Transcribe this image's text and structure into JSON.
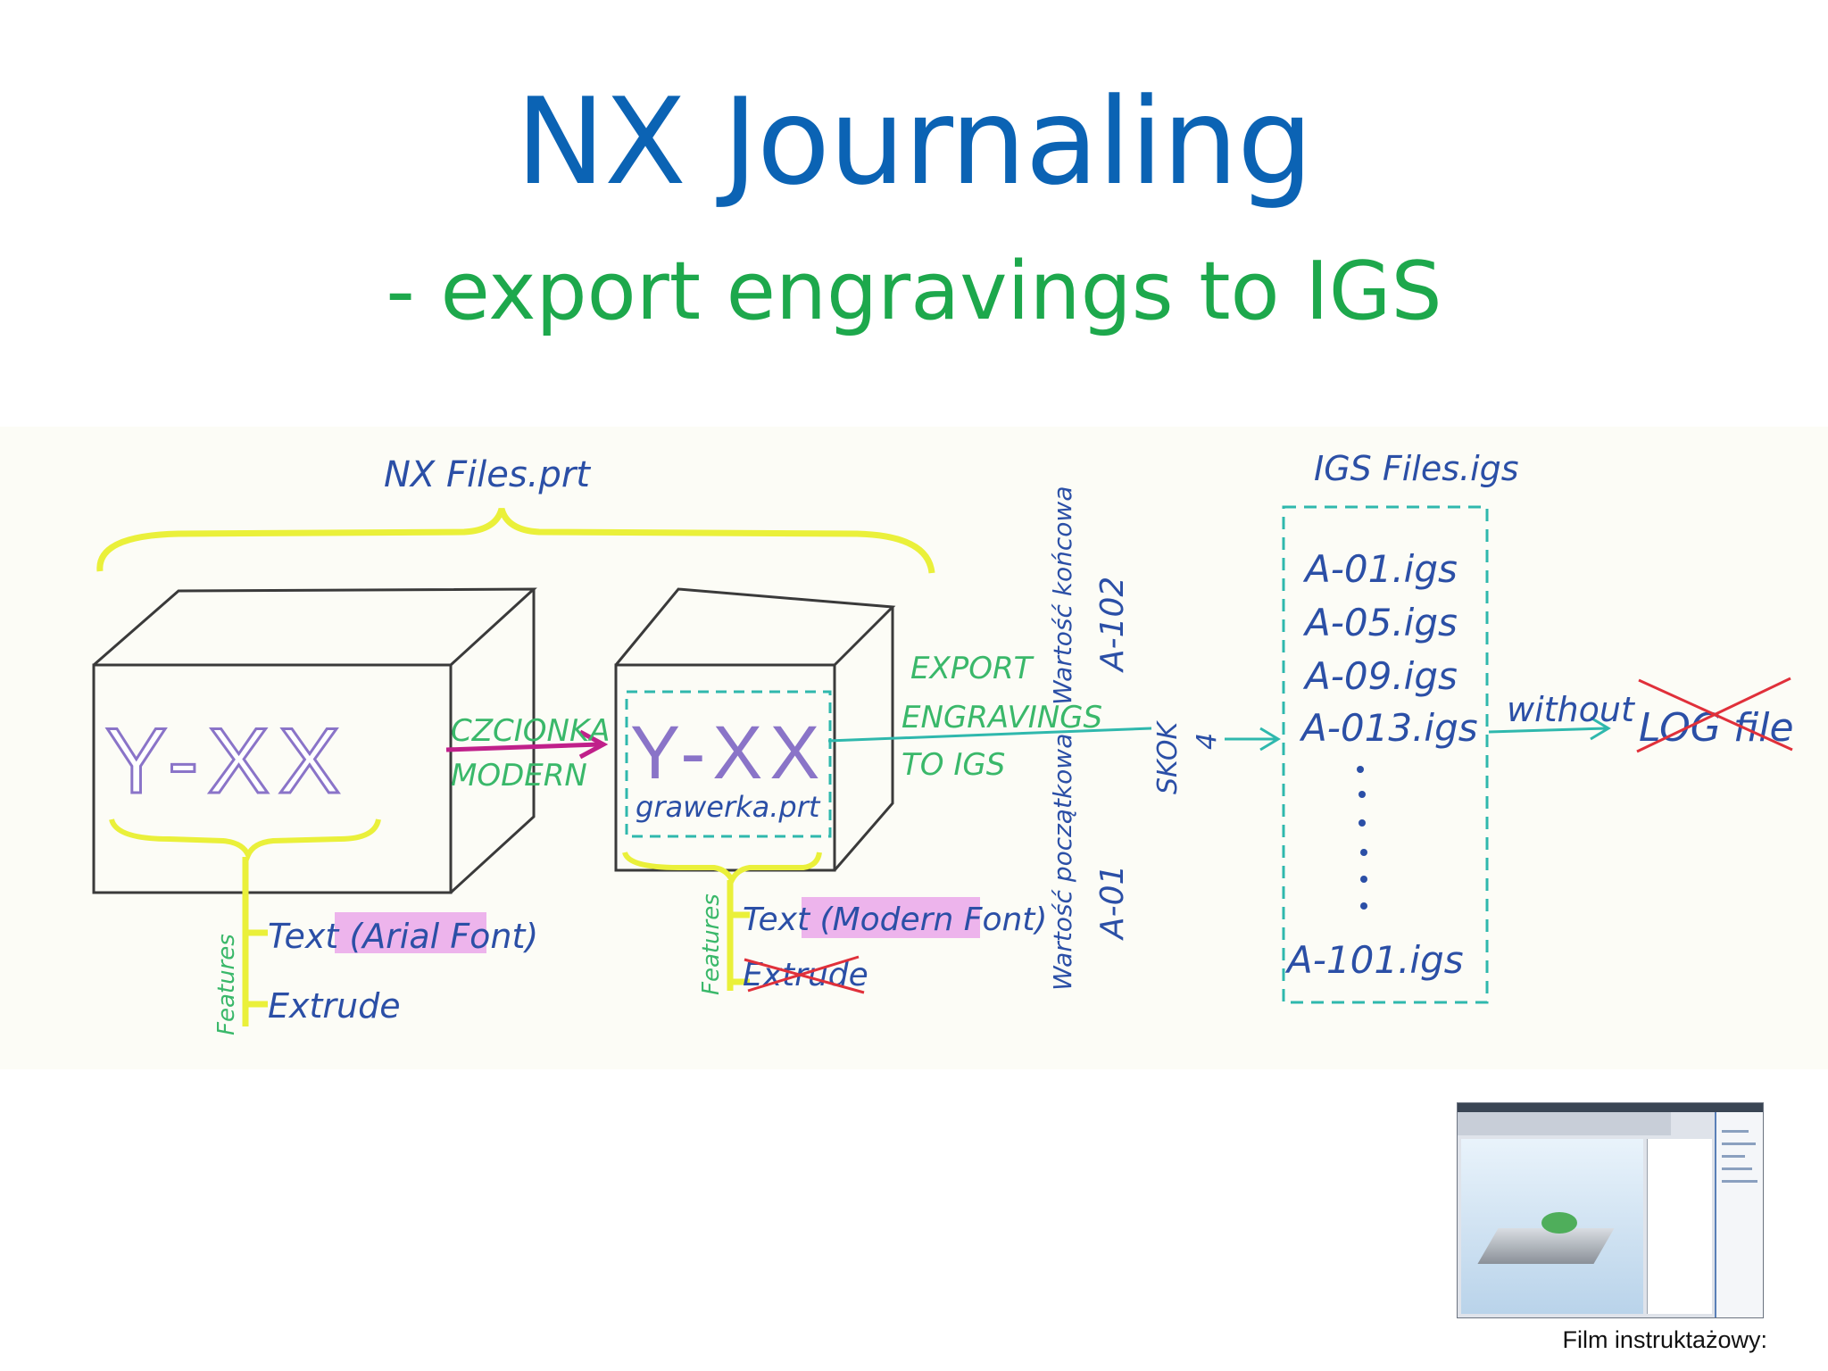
{
  "slide": {
    "title": "NX Journaling",
    "subtitle": "- export engravings to IGS",
    "caption": "Film instruktażowy:"
  },
  "sketch": {
    "nx_files_label": "NX Files.prt",
    "igs_files_label": "IGS Files.igs",
    "box1_text": "Y-XX",
    "box2_text": "Y-XX",
    "box2_file": "grawerka.prt",
    "arrow1_line1": "CZCIONKA",
    "arrow1_line2": "MODERN",
    "export_line1": "EXPORT",
    "export_line2": "ENGRAVINGS",
    "export_line3": "TO IGS",
    "wartosc_koncowa": "Wartość końcowa",
    "value_end": "A-102",
    "wartosc_poczatkowa": "Wartość początkowa",
    "value_start": "A-01",
    "skok_label": "SKOK",
    "skok_value": "4",
    "features_label": "Features",
    "feat1_text": "Text (Arial Font)",
    "feat1_extrude": "Extrude",
    "feat2_text": "Text (Modern Font)",
    "feat2_extrude": "Extrude",
    "igs_list": [
      "A-01.igs",
      "A-05.igs",
      "A-09.igs",
      "A-013.igs"
    ],
    "igs_last": "A-101.igs",
    "without_label": "without",
    "log_label": "LOG file"
  },
  "colors": {
    "title": "#0b63b4",
    "subtitle": "#1da84c",
    "ink_blue": "#2b4fa6",
    "ink_green": "#3ab86a",
    "ink_teal": "#2fb8ad",
    "highlight_yellow": "#eaf03a",
    "highlight_pink": "#e89ce8",
    "ink_red": "#e0303a",
    "arrow_magenta": "#c0208a",
    "letter_purple": "#8a74c8"
  }
}
